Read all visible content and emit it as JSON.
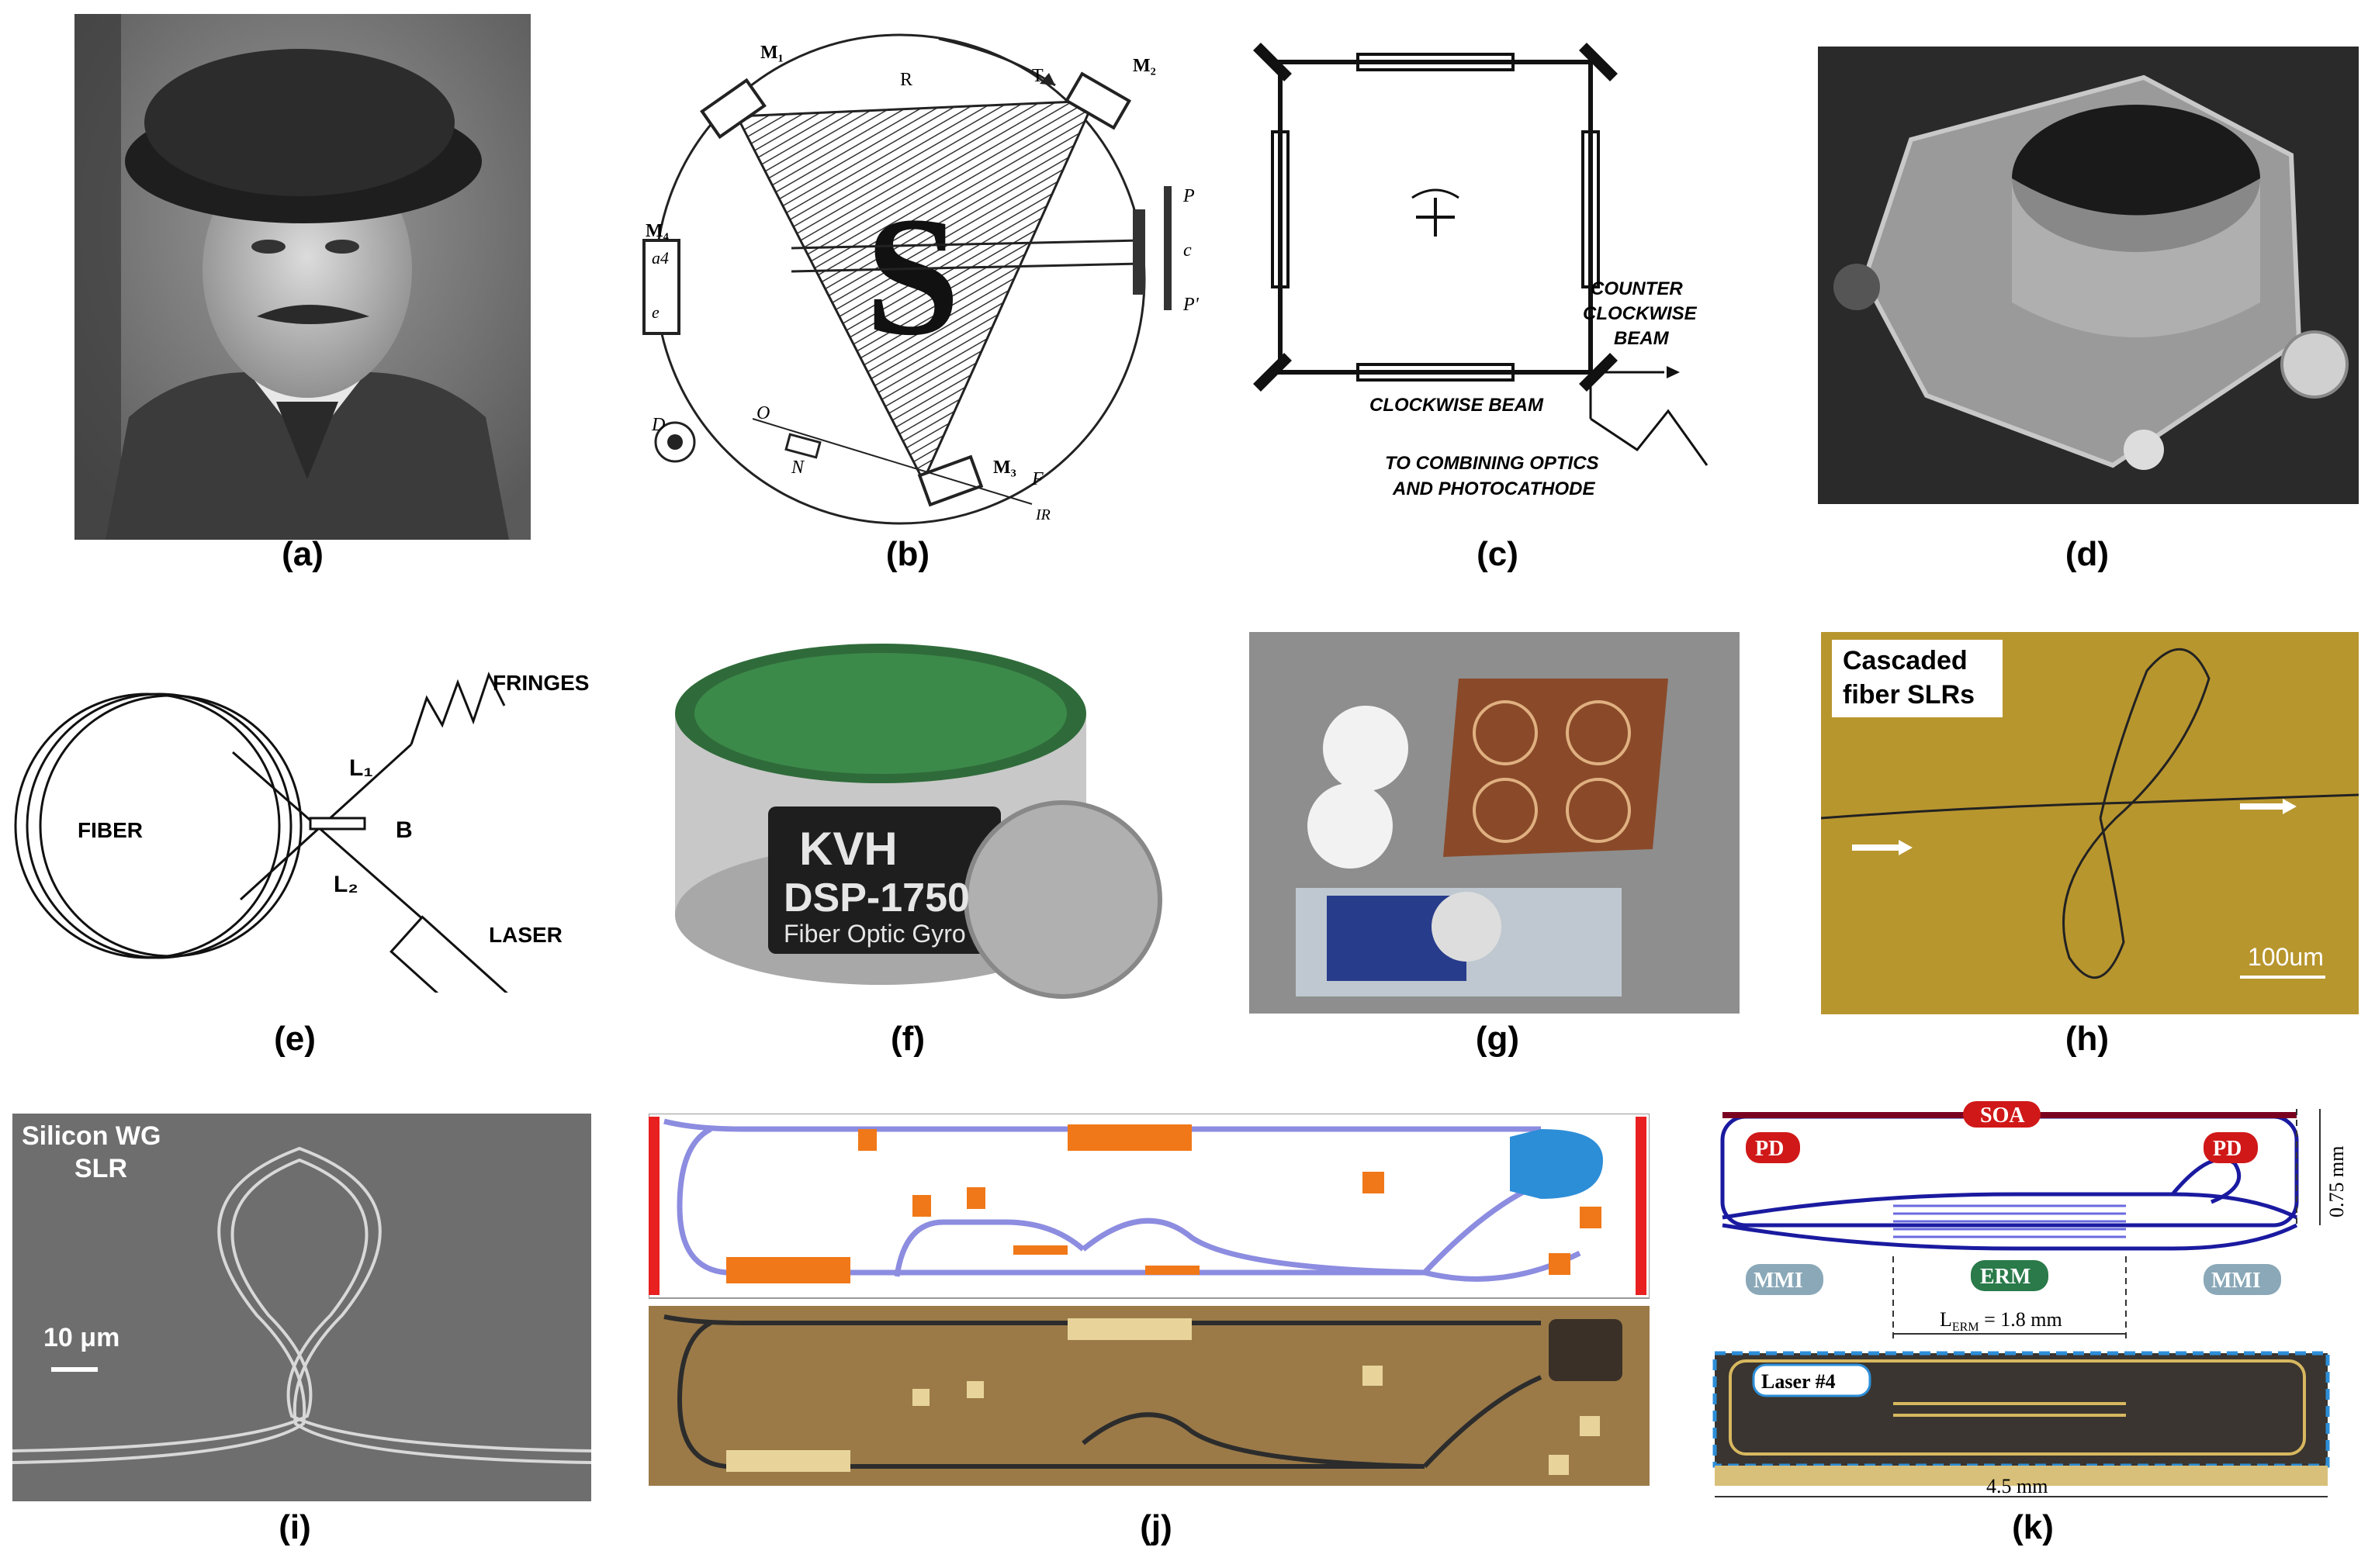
{
  "captions": {
    "a": "(a)",
    "b": "(b)",
    "c": "(c)",
    "d": "(d)",
    "e": "(e)",
    "f": "(f)",
    "g": "(g)",
    "h": "(h)",
    "i": "(i)",
    "j": "(j)",
    "k": "(k)"
  },
  "panel_b": {
    "mirror_m1": "M₁",
    "mirror_m2": "M₂",
    "mirror_m3": "M₃",
    "mirror_m4": "M₄",
    "letter_r": "R",
    "letter_t": "T",
    "letter_s": "S",
    "label_p": "P",
    "label_c": "c",
    "label_p_prime": "P'",
    "label_d": "D",
    "label_o": "O",
    "label_n": "N",
    "label_f": "F",
    "label_ir": "IR",
    "label_e": "e",
    "label_a4": "a4"
  },
  "panel_c": {
    "counter_line1": "COUNTER",
    "counter_line2": "CLOCKWISE",
    "counter_line3": "BEAM",
    "clockwise": "CLOCKWISE BEAM",
    "combining_line1": "TO COMBINING OPTICS",
    "combining_line2": "AND PHOTOCATHODE"
  },
  "panel_e": {
    "fringes": "FRINGES",
    "fiber": "FIBER",
    "laser": "LASER",
    "l1": "L₁",
    "l2": "L₂",
    "b": "B"
  },
  "panel_f": {
    "brand": "KVH",
    "model": "DSP-1750",
    "subtitle": "Fiber Optic Gyro"
  },
  "panel_h": {
    "title_line1": "Cascaded",
    "title_line2": "fiber SLRs",
    "scale": "100um"
  },
  "panel_i": {
    "title_line1": "Silicon WG",
    "title_line2": "SLR",
    "scale": "10 μm"
  },
  "panel_k": {
    "soa": "SOA",
    "pd_left": "PD",
    "pd_right": "PD",
    "mmi_left": "MMI",
    "mmi_right": "MMI",
    "erm": "ERM",
    "lerm": "L",
    "lerm_sub": "ERM",
    "lerm_value": " = 1.8 mm",
    "height": "0.75 mm",
    "laser": "Laser #4",
    "width": "4.5 mm"
  },
  "colors": {
    "orange": "#f07818",
    "waveguide": "#8c8ce0",
    "red_bar": "#e82020",
    "blue_block": "#2d8ed8",
    "chip_bg": "#9b7a48",
    "fiber_bg": "#b8962e",
    "silicon_bg": "#6e6e6e"
  }
}
